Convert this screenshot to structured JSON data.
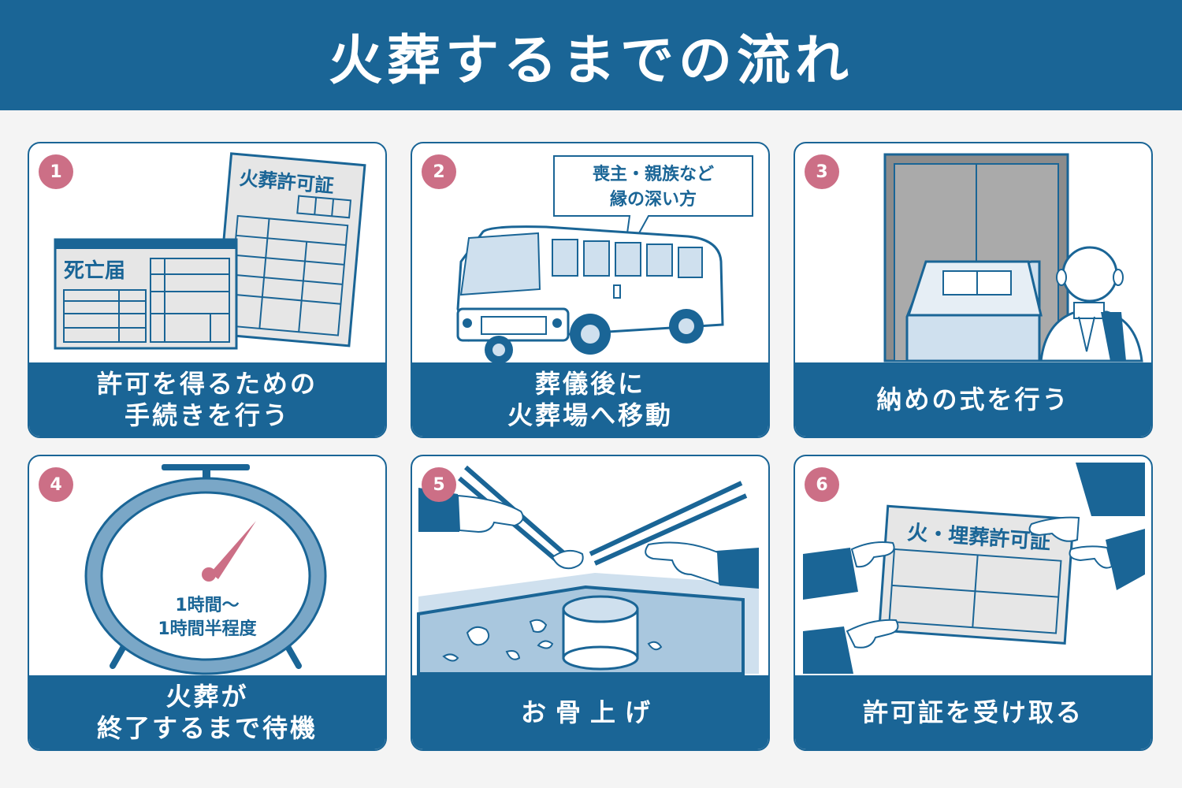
{
  "title": "火葬するまでの流れ",
  "steps": [
    {
      "number": "1",
      "caption_line1": "許可を得るための",
      "caption_line2": "手続きを行う",
      "doc_left_title": "死亡届",
      "doc_right_title": "火葬許可証"
    },
    {
      "number": "2",
      "caption_line1": "葬儀後に",
      "caption_line2": "火葬場へ移動",
      "bubble_line1": "喪主・親族など",
      "bubble_line2": "縁の深い方"
    },
    {
      "number": "3",
      "caption_line1": "納めの式を行う"
    },
    {
      "number": "4",
      "caption_line1": "火葬が",
      "caption_line2": "終了するまで待機",
      "timer_line1": "1時間～",
      "timer_line2": "1時間半程度"
    },
    {
      "number": "5",
      "caption_line1": "お骨上げ"
    },
    {
      "number": "6",
      "caption_line1": "許可証を受け取る",
      "certificate_title": "火・埋葬許可証"
    }
  ],
  "colors": {
    "primary": "#1a6596",
    "badge": "#cc6f86",
    "background": "#f4f4f4",
    "doc_fill": "#e6e6e6",
    "light_blue": "#cfe0ee"
  }
}
